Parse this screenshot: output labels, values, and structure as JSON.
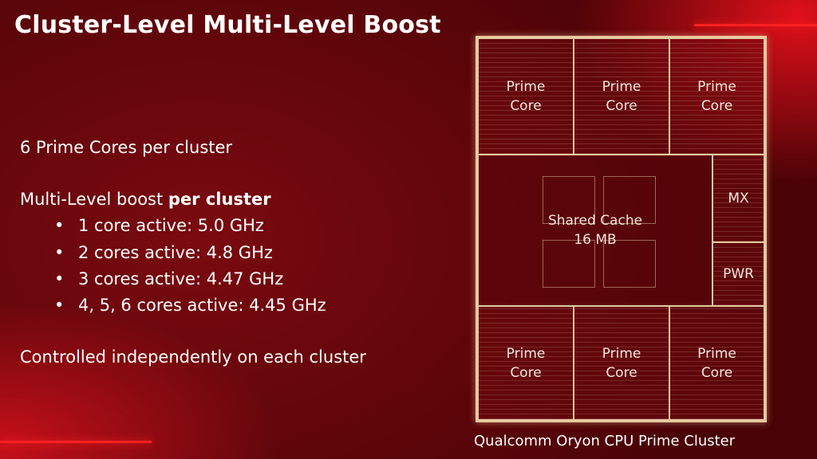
{
  "title": "Cluster-Level Multi-Level Boost",
  "intro": "6 Prime Cores per cluster",
  "boost_heading": {
    "prefix": "Multi-Level boost ",
    "bold": "per cluster"
  },
  "bullets": [
    "1 core active: 5.0 GHz",
    "2 cores active: 4.8 GHz",
    "3 cores active: 4.47 GHz",
    "4, 5, 6 cores active: 4.45 GHz"
  ],
  "footer_text": "Controlled independently on each cluster",
  "diagram": {
    "core_label_1": "Prime",
    "core_label_2": "Core",
    "cache_label": "Shared Cache",
    "cache_size": "16 MB",
    "mx": "MX",
    "pwr": "PWR",
    "caption": "Qualcomm Oryon CPU Prime Cluster"
  }
}
